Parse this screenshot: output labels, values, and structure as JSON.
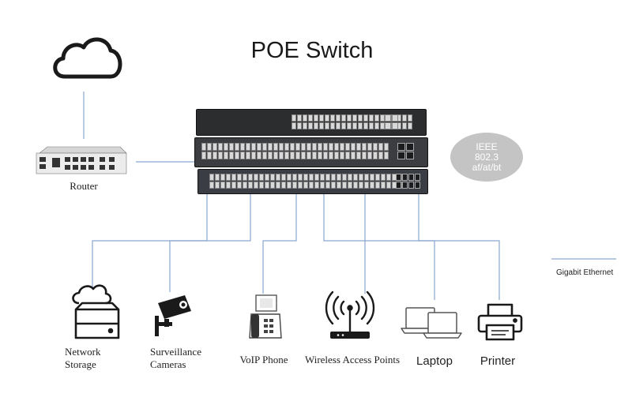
{
  "title": "POE Switch",
  "badge": {
    "line1": "IEEE",
    "line2": "802.3",
    "line3": "af/at/bt"
  },
  "router": {
    "label": "Router",
    "icon": "router-icon"
  },
  "cloud": {
    "icon": "cloud-icon"
  },
  "legend": {
    "label": "Gigabit Ethernet",
    "line_color": "#8aa6d0"
  },
  "devices": [
    {
      "id": "network-storage",
      "line1": "Network",
      "line2": "Storage",
      "icon": "network-storage-icon"
    },
    {
      "id": "surveillance-cameras",
      "line1": "Surveillance",
      "line2": "Cameras",
      "icon": "camera-icon"
    },
    {
      "id": "voip-phone",
      "line1": "VoIP Phone",
      "line2": "",
      "icon": "phone-icon"
    },
    {
      "id": "wireless-access-points",
      "line1": "Wireless Access Points",
      "line2": "",
      "icon": "wifi-ap-icon"
    },
    {
      "id": "laptop",
      "line1": "Laptop",
      "line2": "",
      "icon": "laptop-icon"
    },
    {
      "id": "printer",
      "line1": "Printer",
      "line2": "",
      "icon": "printer-icon"
    }
  ],
  "colors": {
    "connection": "#8aa6d0",
    "icon_stroke": "#1a1a1a",
    "badge_fill": "#c4c4c4"
  }
}
